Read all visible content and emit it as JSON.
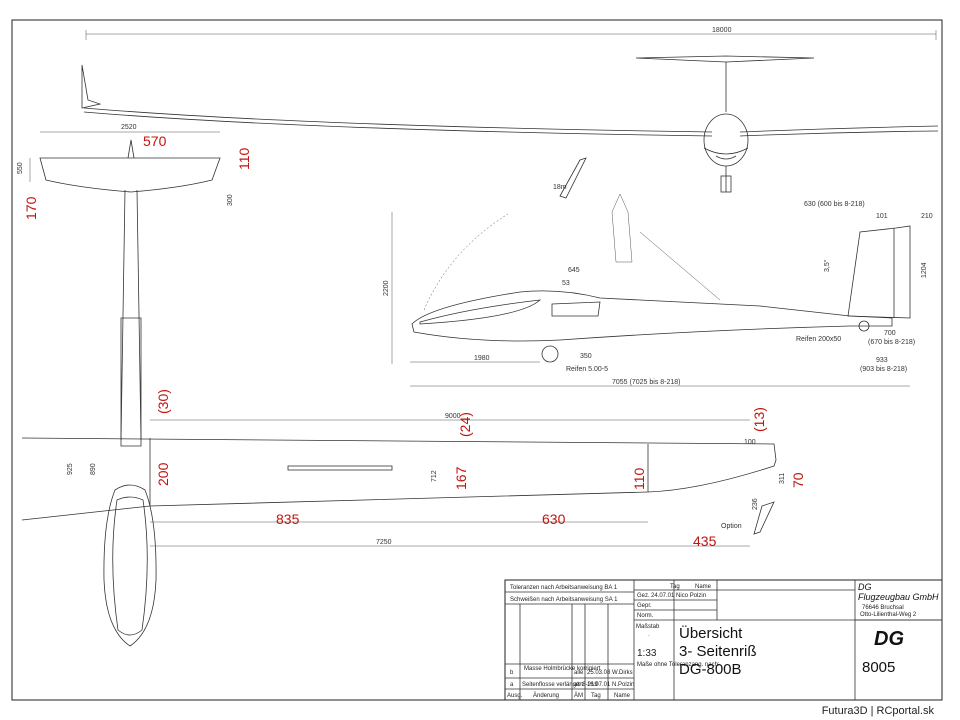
{
  "dims": {
    "span": "18000",
    "stab_span": "2520",
    "stab_chord": "550",
    "stab_root": "300",
    "fin_label": "18m",
    "rudder_top": "630 (600 bis 8-218)",
    "rudder_a": "101",
    "rudder_b": "210",
    "angle": "3,5°",
    "fin_height": "1204",
    "height": "2200",
    "canopy_a": "645",
    "canopy_b": "53",
    "length_nose": "1980",
    "wheel_off": "350",
    "main_tire": "Reifen 5.00-5",
    "tail_tire": "Reifen 200x50",
    "tail_a": "700",
    "tail_a2": "(670 bis 8-218)",
    "tail_b": "933",
    "tail_b2": "(903 bis 8-218)",
    "length": "7055 (7025 bis 8-218)",
    "half_span": "9000",
    "wing_100": "100",
    "chord_root_a": "925",
    "chord_root_b": "890",
    "chord_mid": "712",
    "tip_a": "311",
    "tip_b": "236",
    "option": "Option",
    "semi": "7250"
  },
  "red": {
    "r570": "570",
    "r110a": "110",
    "r170": "170",
    "r30": "(30)",
    "r24": "(24)",
    "r13": "(13)",
    "r200": "200",
    "r167": "167",
    "r110b": "110",
    "r70": "70",
    "r835": "835",
    "r630": "630",
    "r435": "435"
  },
  "title_block": {
    "tol1": "Toleranzen nach Arbeitsanweisung BA 1",
    "tol2": "Schweißen nach Arbeitsanweisung SA 1",
    "col_tag": "Tag",
    "col_name": "Name",
    "gez": "Gez.",
    "gez_val": "24.07.01 Nico Polzin",
    "gepr": "Gepr.",
    "norm": "Norm.",
    "massstab": "Maßstab",
    "scale": "1:33",
    "tol_note": "Maße ohne Toleranzang. nach:",
    "title1": "Übersicht",
    "title2": "3- Seitenriß",
    "title3": "DG-800B",
    "rev_b_letter": "b",
    "rev_b": "Masse Holmbrücke korrigiert",
    "rev_b_by": "alle",
    "rev_b_date": "25.03.08 W.Dirks",
    "rev_a_letter": "a",
    "rev_a": "Seitenflosse verlängert",
    "rev_a_by": "ab 8-219",
    "rev_a_date": "16.07.01 N.Polzin",
    "foot_ausg": "Ausg.",
    "foot_aend": "Änderung",
    "foot_am": "ÄM",
    "foot_tag": "Tag",
    "foot_name": "Name",
    "company1": "DG",
    "company2": "Flugzeugbau GmbH",
    "addr1": "76646 Bruchsal",
    "addr2": "Otto-Lilienthal-Weg 2",
    "logo": "DG",
    "drawing_no": "8005"
  },
  "credit": "Futura3D | RCportal.sk"
}
